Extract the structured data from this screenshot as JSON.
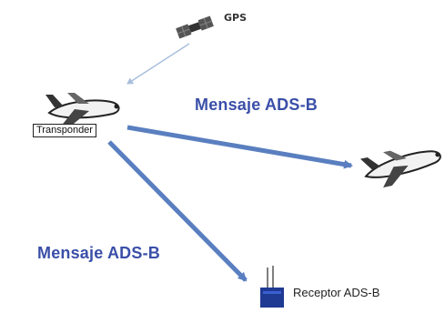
{
  "gps": {
    "label": "GPS",
    "icon": "satellite-icon"
  },
  "transponder": {
    "label": "Transponder"
  },
  "messages": [
    {
      "label": "Mensaje ADS-B"
    },
    {
      "label": "Mensaje ADS-B"
    }
  ],
  "receiver": {
    "label": "Receptor ADS-B",
    "icon": "antenna-tower-icon"
  },
  "colors": {
    "arrow": "#5a7fc0",
    "label_text": "#3a4fa8",
    "gps_link": "#a9bfdc",
    "aircraft_body": "#f2f2f2",
    "aircraft_outline": "#222222",
    "receiver_base": "#1f3a93"
  }
}
